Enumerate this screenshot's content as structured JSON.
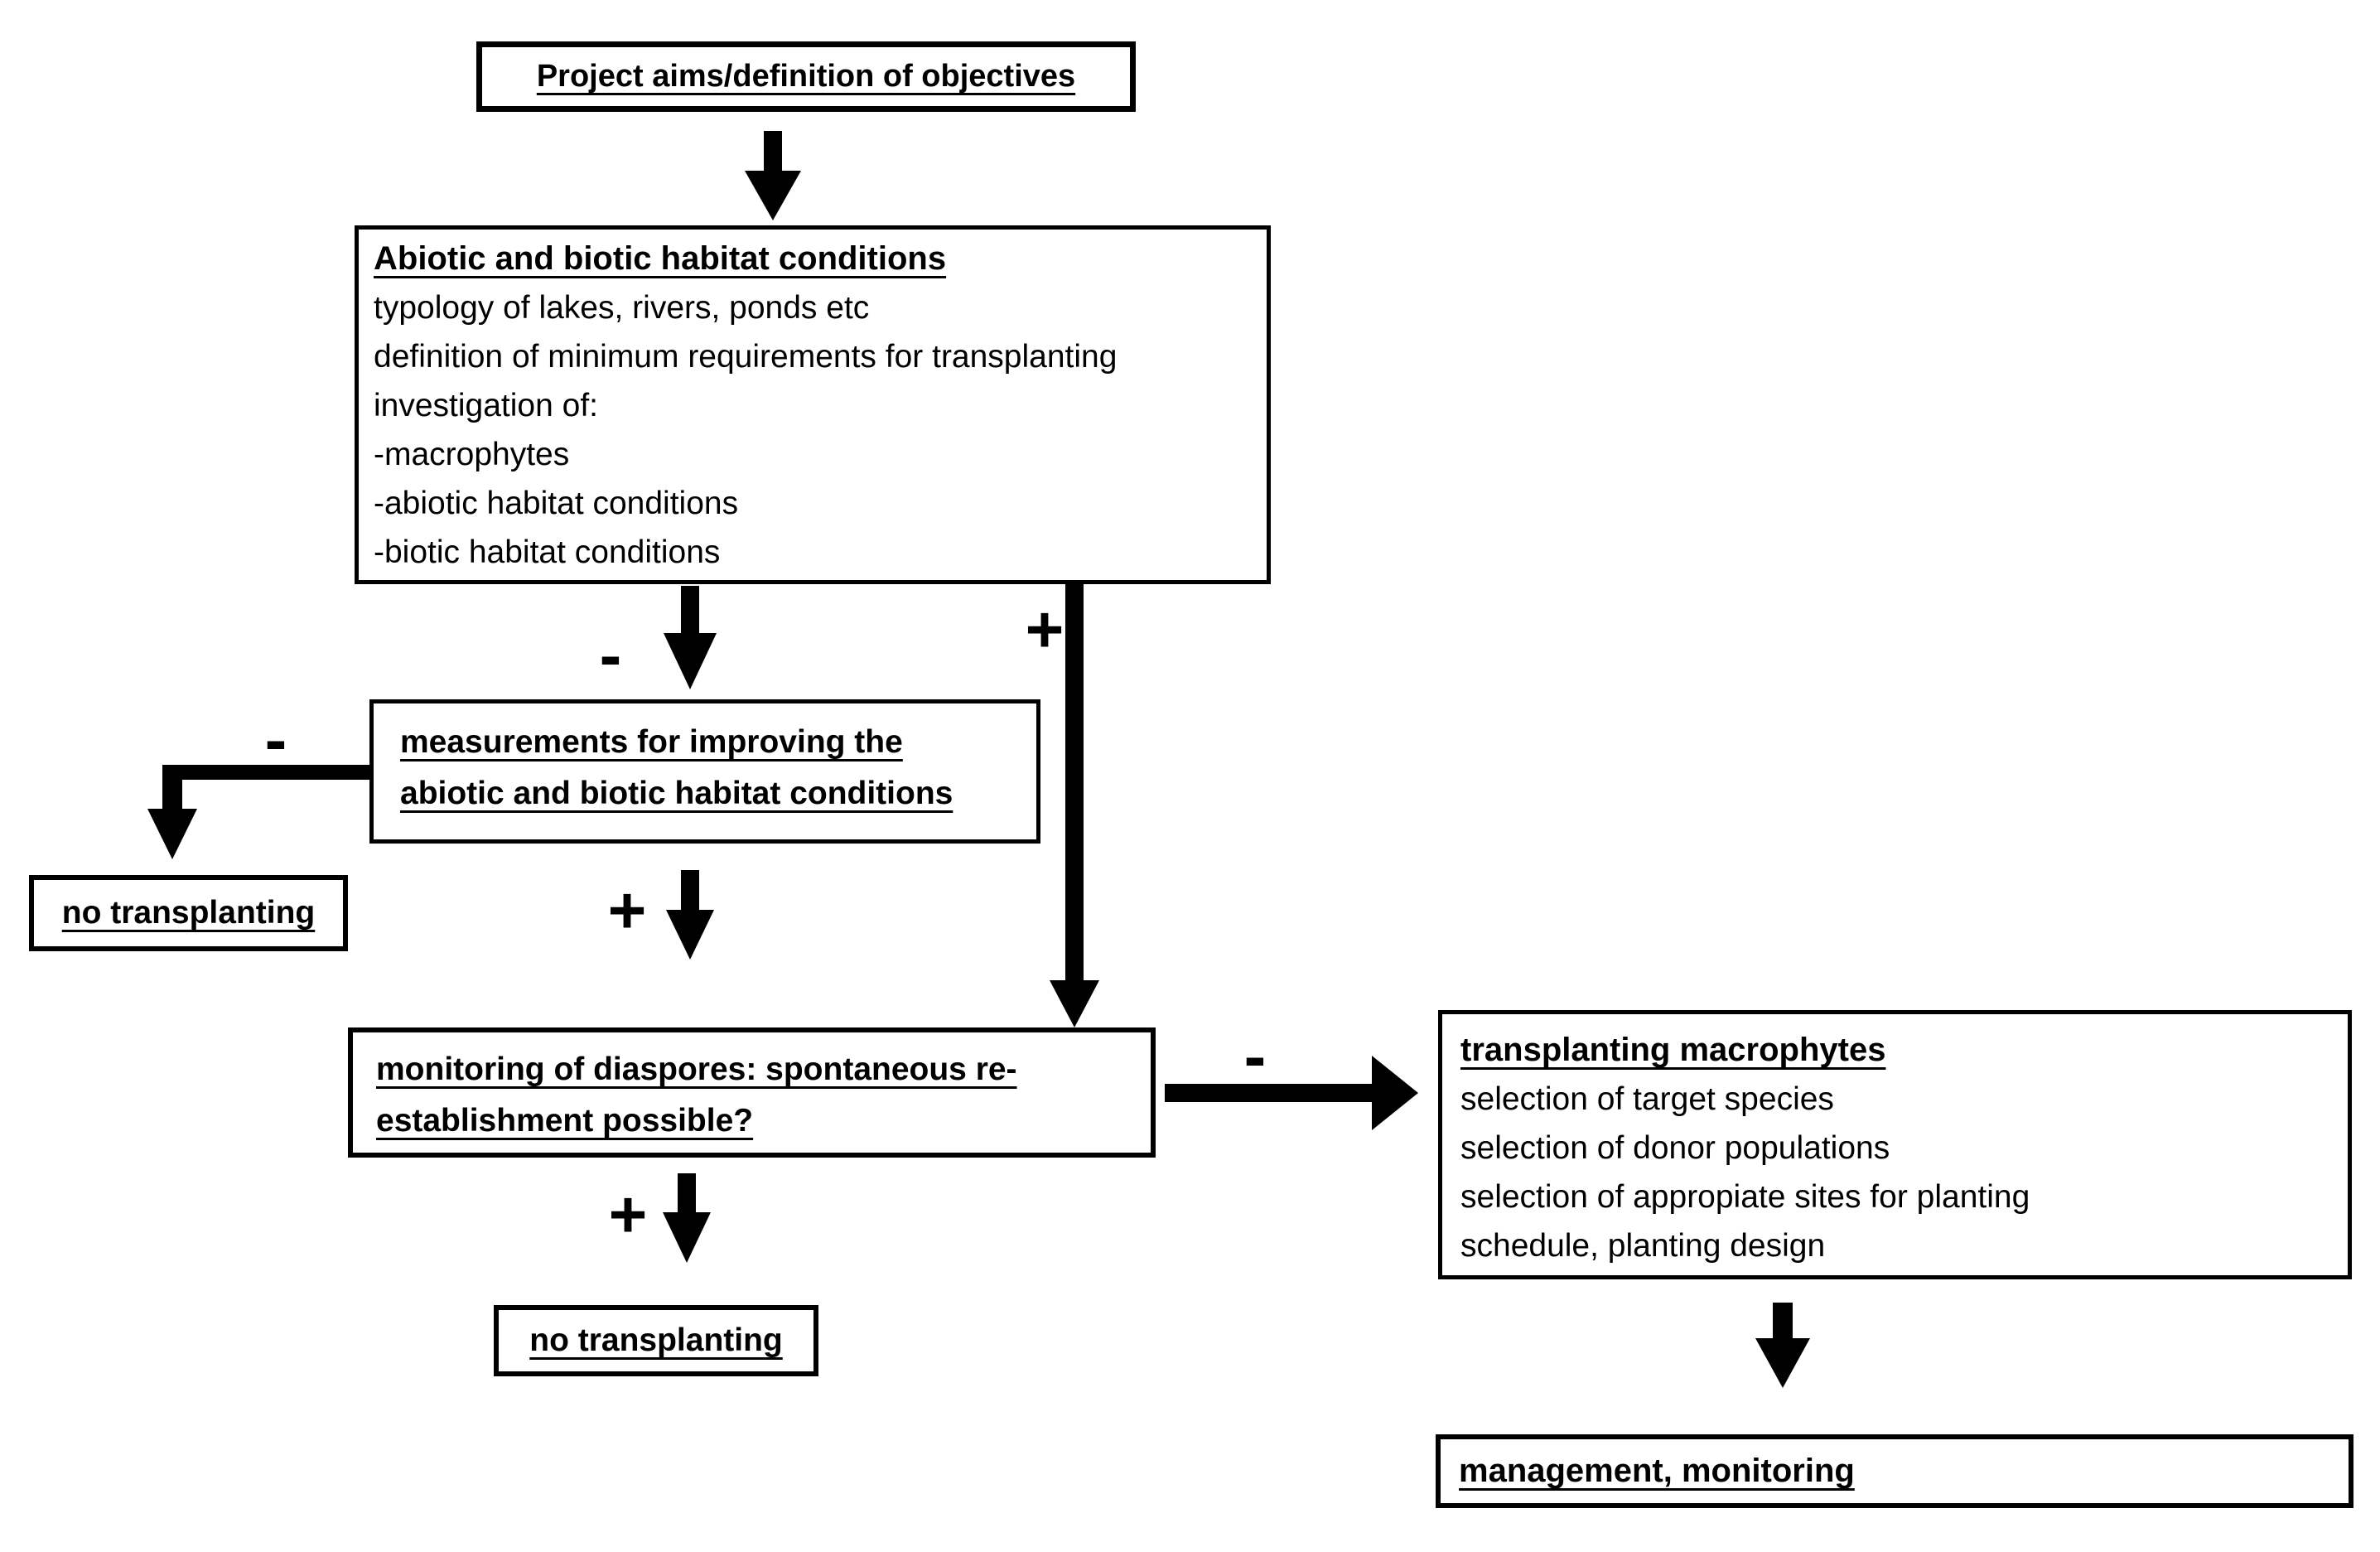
{
  "colors": {
    "ink": "#000000",
    "paper": "#ffffff"
  },
  "boxes": {
    "project_aims": {
      "title": "Project aims/definition of objectives"
    },
    "habitat": {
      "title": "Abiotic and biotic habitat conditions",
      "lines": [
        "typology of lakes, rivers, ponds etc",
        "definition of minimum requirements for transplanting",
        "investigation of:",
        "-macrophytes",
        "-abiotic habitat conditions",
        "-biotic habitat conditions"
      ]
    },
    "measurements": {
      "lines": [
        "measurements for improving the",
        "abiotic and biotic habitat conditions"
      ]
    },
    "no_transplanting_left": {
      "title": "no transplanting"
    },
    "monitoring": {
      "lines": [
        "monitoring of diaspores: spontaneous re-",
        "establishment possible?"
      ]
    },
    "transplanting": {
      "title": "transplanting macrophytes",
      "lines": [
        "selection of target species",
        "selection of donor populations",
        "selection of appropiate sites for planting",
        "schedule, planting design"
      ]
    },
    "no_transplanting_bottom": {
      "title": "no transplanting"
    },
    "management": {
      "title": "management, monitoring"
    }
  },
  "edge_labels": {
    "habitat_to_measurements": "-",
    "habitat_to_monitoring": "+",
    "measurements_to_no_transplanting": "-",
    "measurements_to_monitoring": "+",
    "monitoring_to_transplanting": "-",
    "monitoring_to_no_transplanting": "+"
  }
}
